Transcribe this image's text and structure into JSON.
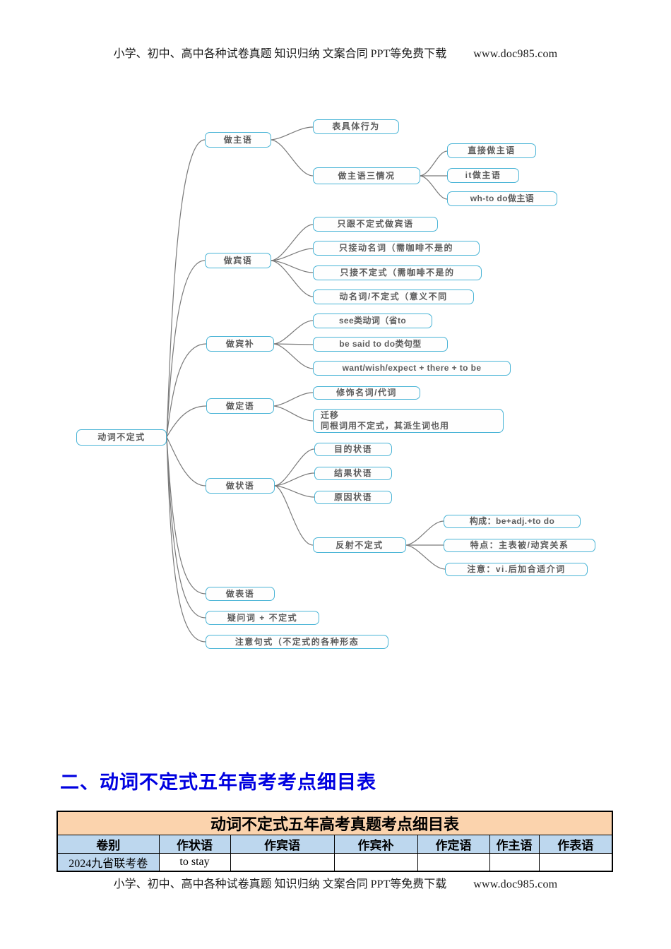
{
  "header": {
    "text": "小学、初中、高中各种试卷真题  知识归纳  文案合同  PPT等免费下载",
    "url": "www.doc985.com"
  },
  "footer": {
    "text": "小学、初中、高中各种试卷真题  知识归纳  文案合同  PPT等免费下载",
    "url": "www.doc985.com"
  },
  "mindmap": {
    "nodes": {
      "root": "动词不定式",
      "zhuyu": "做主语",
      "biaojuti": "表具体行为",
      "sanqingkuang": "做主语三情况",
      "zhijie": "直接做主语",
      "itzhuyu": "it做主语",
      "whtodo": "wh-to do做主语",
      "binyu": "做宾语",
      "binyu1": "只跟不定式做宾语",
      "binyu2": "只接动名词（需咖啡不是的",
      "binyu3": "只接不定式（需咖啡不是的",
      "binyu4": "动名词/不定式（意义不同",
      "binbu": "做宾补",
      "binbu1": "see类动词（省to",
      "binbu2": "be said to do类句型",
      "binbu3": "want/wish/expect + there + to be",
      "dingyu": "做定语",
      "dingyu1": "修饰名词/代词",
      "qianyi1": "迁移",
      "qianyi2": "同根词用不定式，其派生词也用",
      "zhuangyu": "做状语",
      "mudi": "目的状语",
      "jieguo": "结果状语",
      "yuanyin": "原因状语",
      "fanshe": "反射不定式",
      "goucheng": "构成：be+adj.+to do",
      "tedian": "特点：主表被/动宾关系",
      "zhuyivi": "注意：vi.后加合适介词",
      "biaoyu": "做表语",
      "yiwenci": "疑问词 + 不定式",
      "zhuyijushi": "注意句式（不定式的各种形态"
    }
  },
  "section": {
    "heading": "二、动词不定式五年高考考点细目表"
  },
  "table": {
    "title": "动词不定式五年高考真题考点细目表",
    "columns": [
      "卷别",
      "作状语",
      "作宾语",
      "作宾补",
      "作定语",
      "作主语",
      "作表语"
    ],
    "rows": [
      [
        "2024九省联考卷",
        "to stay",
        "",
        "",
        "",
        "",
        ""
      ]
    ]
  },
  "colors": {
    "node_border": "#49b4d6",
    "heading_blue": "#0000e0",
    "table_title_bg": "#fbd3ad",
    "table_head_bg": "#bdd7ee"
  }
}
